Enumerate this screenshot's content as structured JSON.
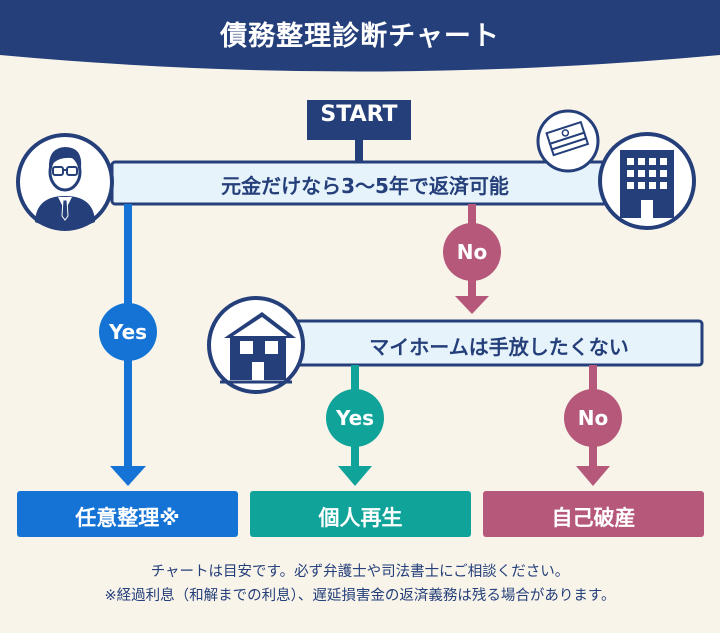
{
  "title": "債務整理診断チャート",
  "start_label": "START",
  "question1": "元金だけなら3〜5年で返済可能",
  "question2": "マイホームは手放したくない",
  "answers": {
    "yes": "Yes",
    "no": "No"
  },
  "results": {
    "voluntary": "任意整理※",
    "rehabilitation": "個人再生",
    "bankruptcy": "自己破産"
  },
  "footnote_line1": "チャートは目安です。必ず弁護士や司法書士にご相談ください。",
  "footnote_line2": "※経過利息（和解までの利息）、遅延損害金の返済義務は残る場合があります。",
  "colors": {
    "navy": "#243f7a",
    "blue": "#1573d6",
    "teal": "#10a39a",
    "rose": "#b5587a",
    "box_fill": "#e7f3fb",
    "background": "#f8f4ea"
  }
}
